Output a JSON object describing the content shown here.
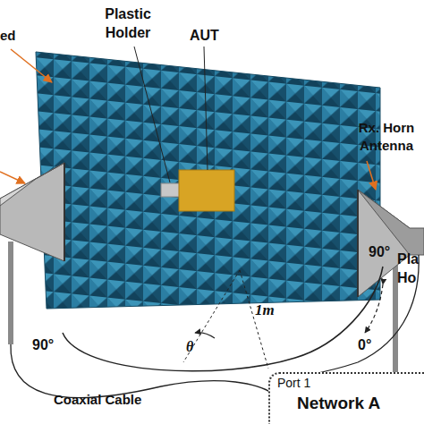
{
  "diagram": {
    "nodes": [
      {
        "text": [
          "Port 1",
          "Network A"
        ]
      }
    ],
    "labels": [
      "ed",
      "Plastic Holder",
      "AUT",
      "Rx. Horn Antenna",
      "Pla Ho",
      "90°",
      "90°",
      "1m",
      "θ",
      "0°",
      "Coaxial Cable"
    ]
  }
}
